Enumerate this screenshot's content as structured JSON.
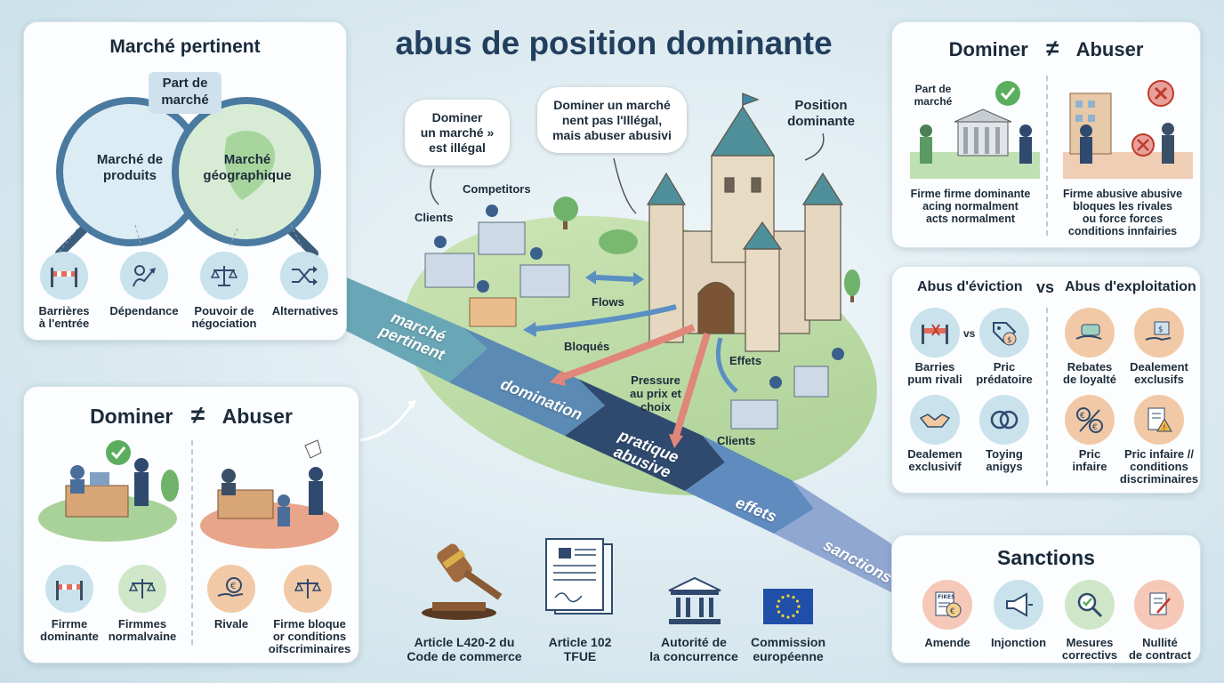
{
  "title": "abus de position dominante",
  "market": {
    "title": "Marché pertinent",
    "center_label": "Part de\nmarché",
    "lens_left": "Marché de\nproduits",
    "lens_right": "Marché\ngéographique",
    "items": [
      {
        "icon": "barrier-icon",
        "label": "Barrières\nà l'entrée"
      },
      {
        "icon": "dependency-icon",
        "label": "Dépendance"
      },
      {
        "icon": "scales-icon",
        "label": "Pouvoir de\nnégociation"
      },
      {
        "icon": "shuffle-icon",
        "label": "Alternatives"
      }
    ]
  },
  "dominer_left": {
    "title_left": "Dominer",
    "neq": "≠",
    "title_right": "Abuser",
    "items": [
      {
        "icon": "barrier-icon",
        "label": "Firrme\ndominante"
      },
      {
        "icon": "scales-icon",
        "label": "Firmmes\nnormalvaine"
      },
      {
        "icon": "euro-hand-icon",
        "label": "Rivale"
      },
      {
        "icon": "scales-icon",
        "label": "Firme bloque\nor conditions\noifscriminaires"
      }
    ]
  },
  "dominer_right": {
    "title_left": "Dominer",
    "neq": "≠",
    "title_right": "Abuser",
    "left_small": "Part de\nmarché",
    "left_caption": "Firme firme dominante\nacing normalment\nacts normalment",
    "right_caption": "Firme abusive abusive\nbloques les rivales\nou force forces\nconditions innfairies"
  },
  "abus": {
    "title_left": "Abus d'éviction",
    "vs": "vs",
    "title_right": "Abus d'exploitation",
    "small_vs": "vs",
    "left_items": [
      {
        "icon": "barrier-icon",
        "label": "Barries\npum rivali"
      },
      {
        "icon": "price-tag-icon",
        "label": "Pric\nprédatoire"
      },
      {
        "icon": "handshake-icon",
        "label": "Dealemen\nexclusivif"
      },
      {
        "icon": "rings-icon",
        "label": "Toying\nanigys"
      }
    ],
    "right_items": [
      {
        "icon": "rebate-icon",
        "label": "Rebates\nde loyalté"
      },
      {
        "icon": "exclusive-deal-icon",
        "label": "Dealement\nexclusifs"
      },
      {
        "icon": "percent-icon",
        "label": "Pric\ninfaire"
      },
      {
        "icon": "warning-doc-icon",
        "label": "Pric infaire //\nconditions\ndiscriminaires"
      }
    ]
  },
  "sanctions": {
    "title": "Sanctions",
    "fines_tag": "FIKES",
    "items": [
      {
        "icon": "fine-icon",
        "label": "Amende"
      },
      {
        "icon": "megaphone-icon",
        "label": "Injonction"
      },
      {
        "icon": "magnifier-icon",
        "label": "Mesures\ncorrectivs"
      },
      {
        "icon": "contract-icon",
        "label": "Nullité\nde contract"
      }
    ]
  },
  "flow": [
    "marché\npertinent",
    "domination",
    "pratique\nabusive",
    "effets",
    "sanctions"
  ],
  "scene": {
    "bubble_left": "Dominer\nun marché »\nest illégal",
    "bubble_right": "Dominer un marché\nnent pas l'Illégal,\nmais abuser abusivi",
    "position_label": "Position\ndominante",
    "competitors": "Competitors",
    "clients_top": "Clients",
    "flows": "Flows",
    "bloques": "Bloqués",
    "pressure": "Pressure\nau prix et\nchoix",
    "effets": "Effets",
    "clients_bottom": "Clients"
  },
  "legal": [
    {
      "icon": "gavel-icon",
      "label": "Article L420-2 du\nCode de commerce"
    },
    {
      "icon": "treaty-doc-icon",
      "label": "Article 102\nTFUE"
    },
    {
      "icon": "court-building-icon",
      "label": "Autorité de\nla concurrence"
    },
    {
      "icon": "eu-flag-icon",
      "label": "Commission\neuropéenne"
    }
  ],
  "colors": {
    "title": "#233f5e",
    "flow_1": "#5e9fb0",
    "flow_2": "#5b86b3",
    "flow_3": "#2f4a6e",
    "flow_4": "#5f8bbf",
    "flow_5": "#8aa3cf",
    "good": "#5cae5f",
    "bad": "#d9534f",
    "accent_peach": "#f2c9a6",
    "accent_blue": "#c9e2ec",
    "accent_green": "#cfe7c8"
  }
}
